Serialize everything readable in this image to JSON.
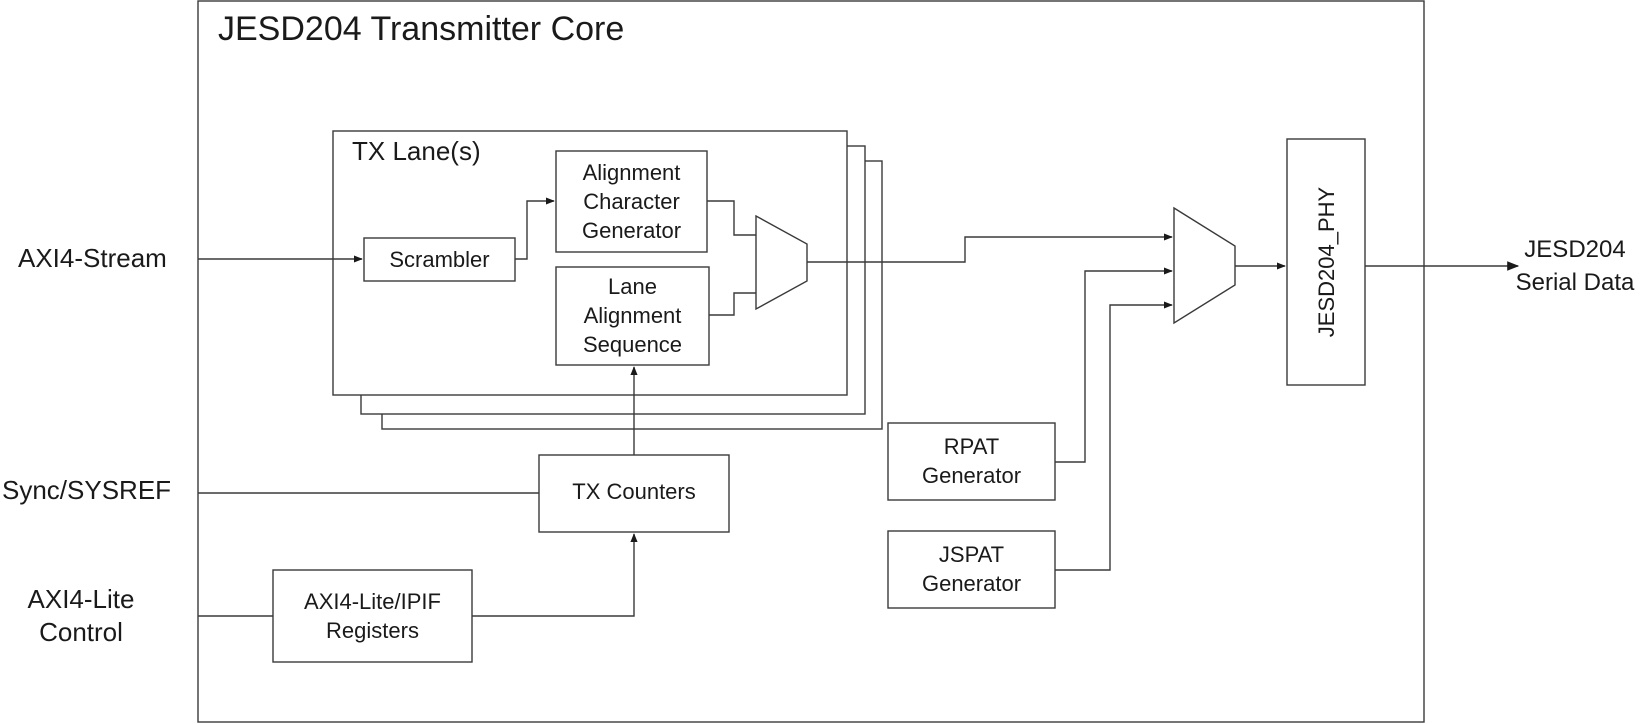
{
  "title": "JESD204 Transmitter Core",
  "inputs": {
    "axi4_stream": "AXI4-Stream",
    "sync_sysref": "Sync/SYSREF",
    "axi4_lite_line1": "AXI4-Lite",
    "axi4_lite_line2": "Control"
  },
  "output": {
    "line1": "JESD204",
    "line2": "Serial Data"
  },
  "tx_lanes": {
    "label": "TX Lane(s)",
    "scrambler": "Scrambler",
    "align_char_gen": [
      "Alignment",
      "Character",
      "Generator"
    ],
    "lane_align_seq": [
      "Lane",
      "Alignment",
      "Sequence"
    ]
  },
  "blocks": {
    "tx_counters": "TX Counters",
    "axi_regs": [
      "AXI4-Lite/IPIF",
      "Registers"
    ],
    "rpat": [
      "RPAT",
      "Generator"
    ],
    "jspat": [
      "JSPAT",
      "Generator"
    ],
    "phy": "JESD204_PHY"
  }
}
